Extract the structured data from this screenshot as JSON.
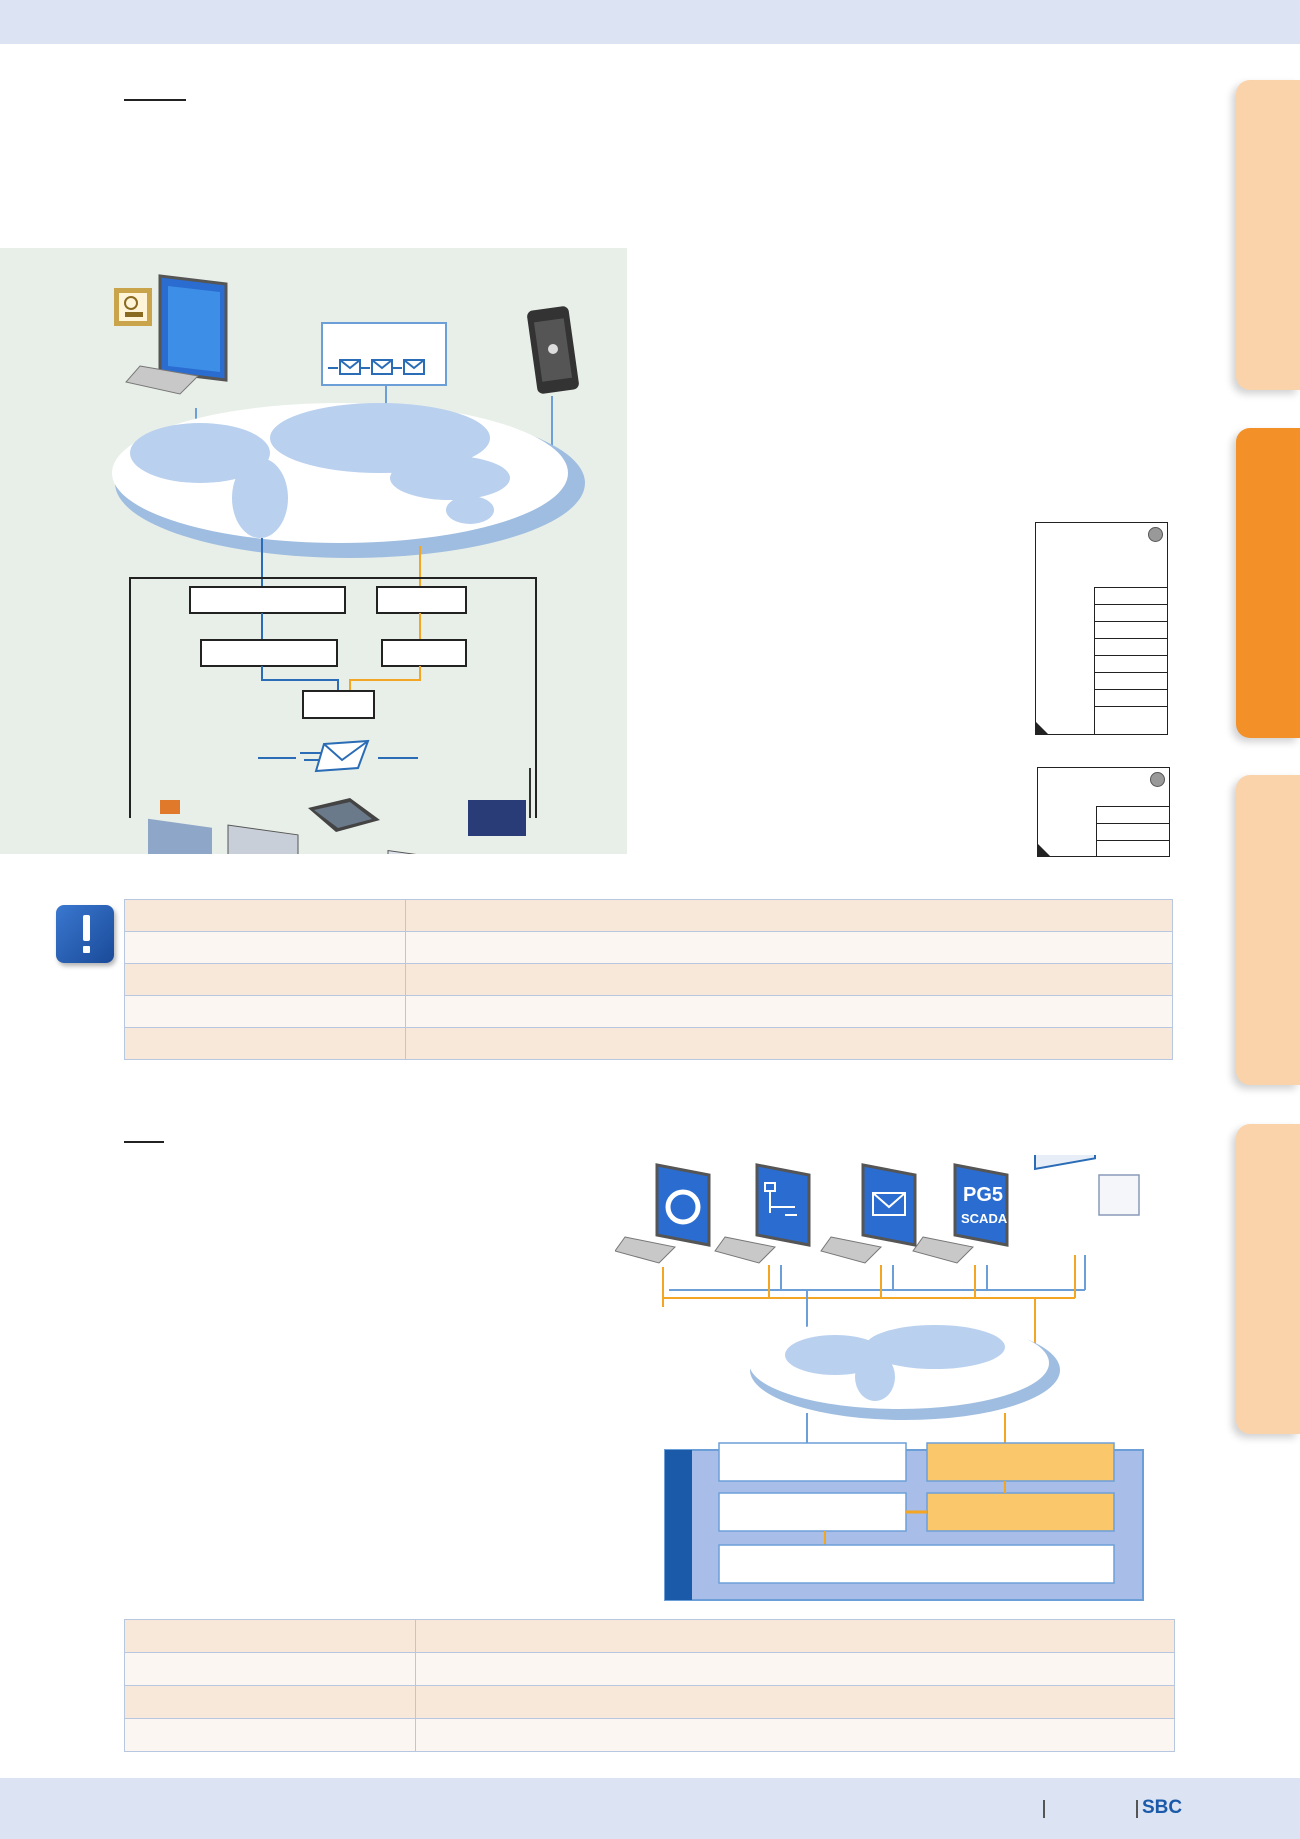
{
  "footer": {
    "brand": "SBC"
  },
  "figure_1": {
    "email_icons": [
      "envelope-icon",
      "envelope-icon",
      "envelope-icon"
    ],
    "devices": [
      "pcd-controller-1",
      "pcd-controller-2",
      "touch-panel",
      "pcd-controller-3",
      "pcd-wireless-device"
    ]
  },
  "figure_2": {
    "monitors": [
      "internet-explorer-icon",
      "flow-diagram-icon",
      "envelope-icon",
      "pg5-scada-icon"
    ],
    "pg5_label_1": "PG5",
    "pg5_label_2": "SCADA"
  },
  "table_1": {
    "rows": 5
  },
  "table_2": {
    "rows": 4
  },
  "colors": {
    "accent_orange": "#f39028",
    "tab_peach": "#fbd3aa",
    "line_blue": "#2a6cb5",
    "line_orange": "#f3a623",
    "bar_blue": "#dce3f2"
  }
}
